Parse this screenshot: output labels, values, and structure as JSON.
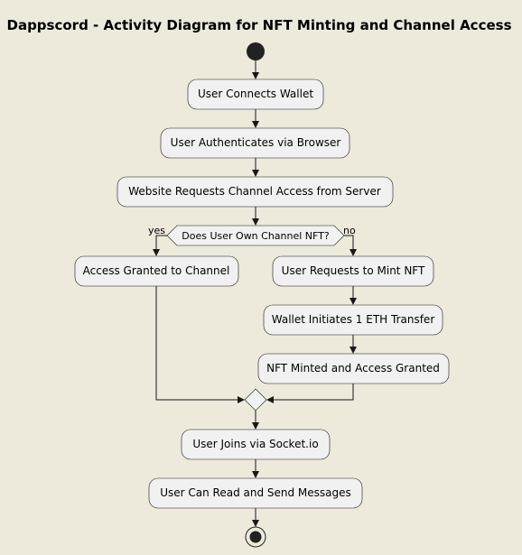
{
  "title": "Dappscord - Activity Diagram for NFT Minting and Channel Access",
  "activities": {
    "connect_wallet": "User Connects Wallet",
    "authenticate": "User Authenticates via Browser",
    "request_access": "Website Requests Channel Access from Server",
    "access_granted": "Access Granted to Channel",
    "request_mint": "User Requests to Mint NFT",
    "eth_transfer": "Wallet Initiates 1 ETH Transfer",
    "minted": "NFT Minted and Access Granted",
    "join_socket": "User Joins via Socket.io",
    "read_send": "User Can Read and Send Messages"
  },
  "decision": {
    "question": "Does User Own Channel NFT?",
    "yes_label": "yes",
    "no_label": "no"
  },
  "colors": {
    "background": "#ede9db",
    "node_fill": "#f1f1f1",
    "stroke": "#181818"
  }
}
